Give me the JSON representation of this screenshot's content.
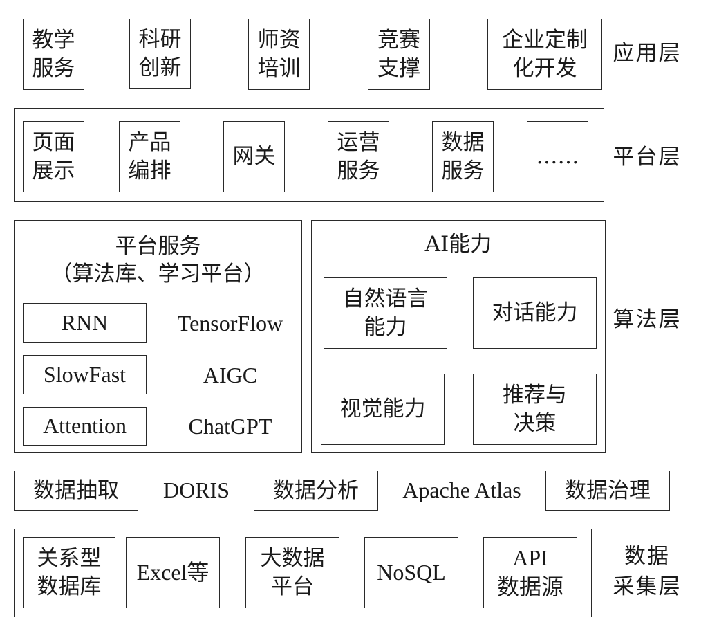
{
  "layer_labels": {
    "app": "应用层",
    "platform": "平台层",
    "algorithm": "算法层",
    "data": "数据\n采集层"
  },
  "app_layer": {
    "items": [
      "教学\n服务",
      "科研\n创新",
      "师资\n培训",
      "竞赛\n支撑",
      "企业定制\n化开发"
    ]
  },
  "platform_layer": {
    "items": [
      "页面\n展示",
      "产品\n编排",
      "网关",
      "运营\n服务",
      "数据\n服务",
      "……"
    ]
  },
  "algorithm_layer": {
    "platform_services": {
      "title": "平台服务\n（算法库、学习平台）",
      "boxed": [
        "RNN",
        "SlowFast",
        "Attention"
      ],
      "plain": [
        "TensorFlow",
        "AIGC",
        "ChatGPT"
      ]
    },
    "ai_capabilities": {
      "title": "AI能力",
      "items": [
        "自然语言\n能力",
        "对话能力",
        "视觉能力",
        "推荐与\n决策"
      ]
    }
  },
  "data_processing_row": {
    "items": [
      "数据抽取",
      "DORIS",
      "数据分析",
      "Apache Atlas",
      "数据治理"
    ]
  },
  "data_collection_layer": {
    "items": [
      "关系型\n数据库",
      "Excel等",
      "大数据\n平台",
      "NoSQL",
      "API\n数据源"
    ]
  }
}
